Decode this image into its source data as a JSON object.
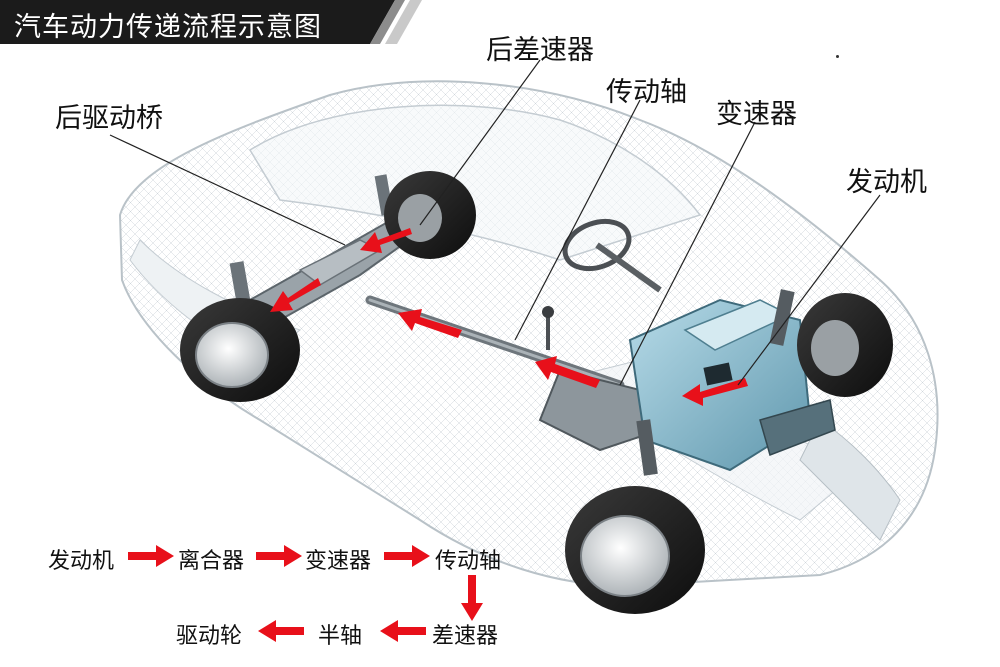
{
  "title": "汽车动力传递流程示意图",
  "callouts": {
    "rear_diff": "后差速器",
    "drive_shaft": "传动轴",
    "rear_axle": "后驱动桥",
    "gearbox": "变速器",
    "engine": "发动机"
  },
  "flow": {
    "row1": [
      "发动机",
      "离合器",
      "变速器",
      "传动轴"
    ],
    "row2": [
      "驱动轮",
      "半轴",
      "差速器"
    ]
  },
  "colors": {
    "arrow": "#e8101a",
    "title_bg": "#1b1b1b",
    "title_stripe": "#8c8c8c",
    "engine_blue": "#7fb3c6"
  }
}
